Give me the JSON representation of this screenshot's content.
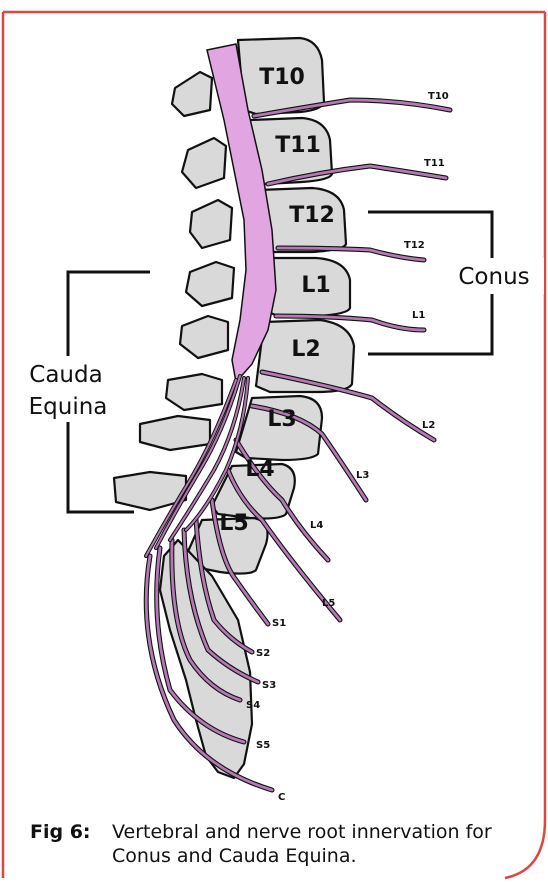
{
  "vertebrae": [
    "T10",
    "T11",
    "T12",
    "L1",
    "L2",
    "L3",
    "L4",
    "L5"
  ],
  "nerve_roots": [
    "T10",
    "T11",
    "T12",
    "L1",
    "L2",
    "L3",
    "L4",
    "L5",
    "S1",
    "S2",
    "S3",
    "S4",
    "S5",
    "C"
  ],
  "labels": {
    "conus": "Conus",
    "cauda_line1": "Cauda",
    "cauda_line2": "Equina"
  },
  "caption": {
    "prefix": "Fig 6:",
    "line1": "Vertebral and nerve root innervation for",
    "line2": "Conus and Cauda Equina."
  },
  "colors": {
    "frame": "#e0463f",
    "bone": "#d9d9d9",
    "cord": "#e1a6e1",
    "nerve": "#b279b2"
  }
}
